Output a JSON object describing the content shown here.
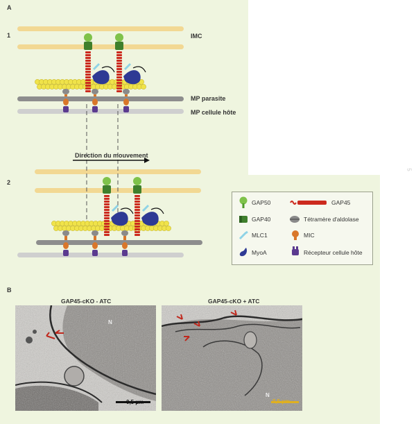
{
  "panel_a": {
    "letter": "A",
    "state_1": "1",
    "state_2": "2",
    "labels": {
      "imc": "IMC",
      "mp_parasite": "MP parasite",
      "mp_host": "MP cellule hôte",
      "direction": "Direction du mouvement"
    }
  },
  "legend": {
    "items": [
      {
        "name": "GAP50",
        "icon": "gap50-icon",
        "color": "#7fc24a"
      },
      {
        "name": "GAP45",
        "icon": "gap45-icon",
        "color": "#cc2a1e"
      },
      {
        "name": "GAP40",
        "icon": "gap40-icon",
        "color": "#3f7f2c"
      },
      {
        "name": "Tétramère d'aldolase",
        "icon": "aldolase-icon",
        "color": "#8a8a8a"
      },
      {
        "name": "MLC1",
        "icon": "mlc1-icon",
        "color": "#8fd3e6"
      },
      {
        "name": "MIC",
        "icon": "mic-icon",
        "color": "#d9772a"
      },
      {
        "name": "MyoA",
        "icon": "myoa-icon",
        "color": "#2e3a94"
      },
      {
        "name": "Récepteur cellule hôte",
        "icon": "receptor-icon",
        "color": "#5b3a8f"
      }
    ]
  },
  "panel_b": {
    "letter": "B",
    "left_title": "GAP45-cKO - ATC",
    "right_title": "GAP45-cKO + ATC",
    "left_n": "N",
    "right_n": "N",
    "left_scale": "0,5 µm",
    "right_scale": "0,5 µm"
  },
  "side_number": "5"
}
